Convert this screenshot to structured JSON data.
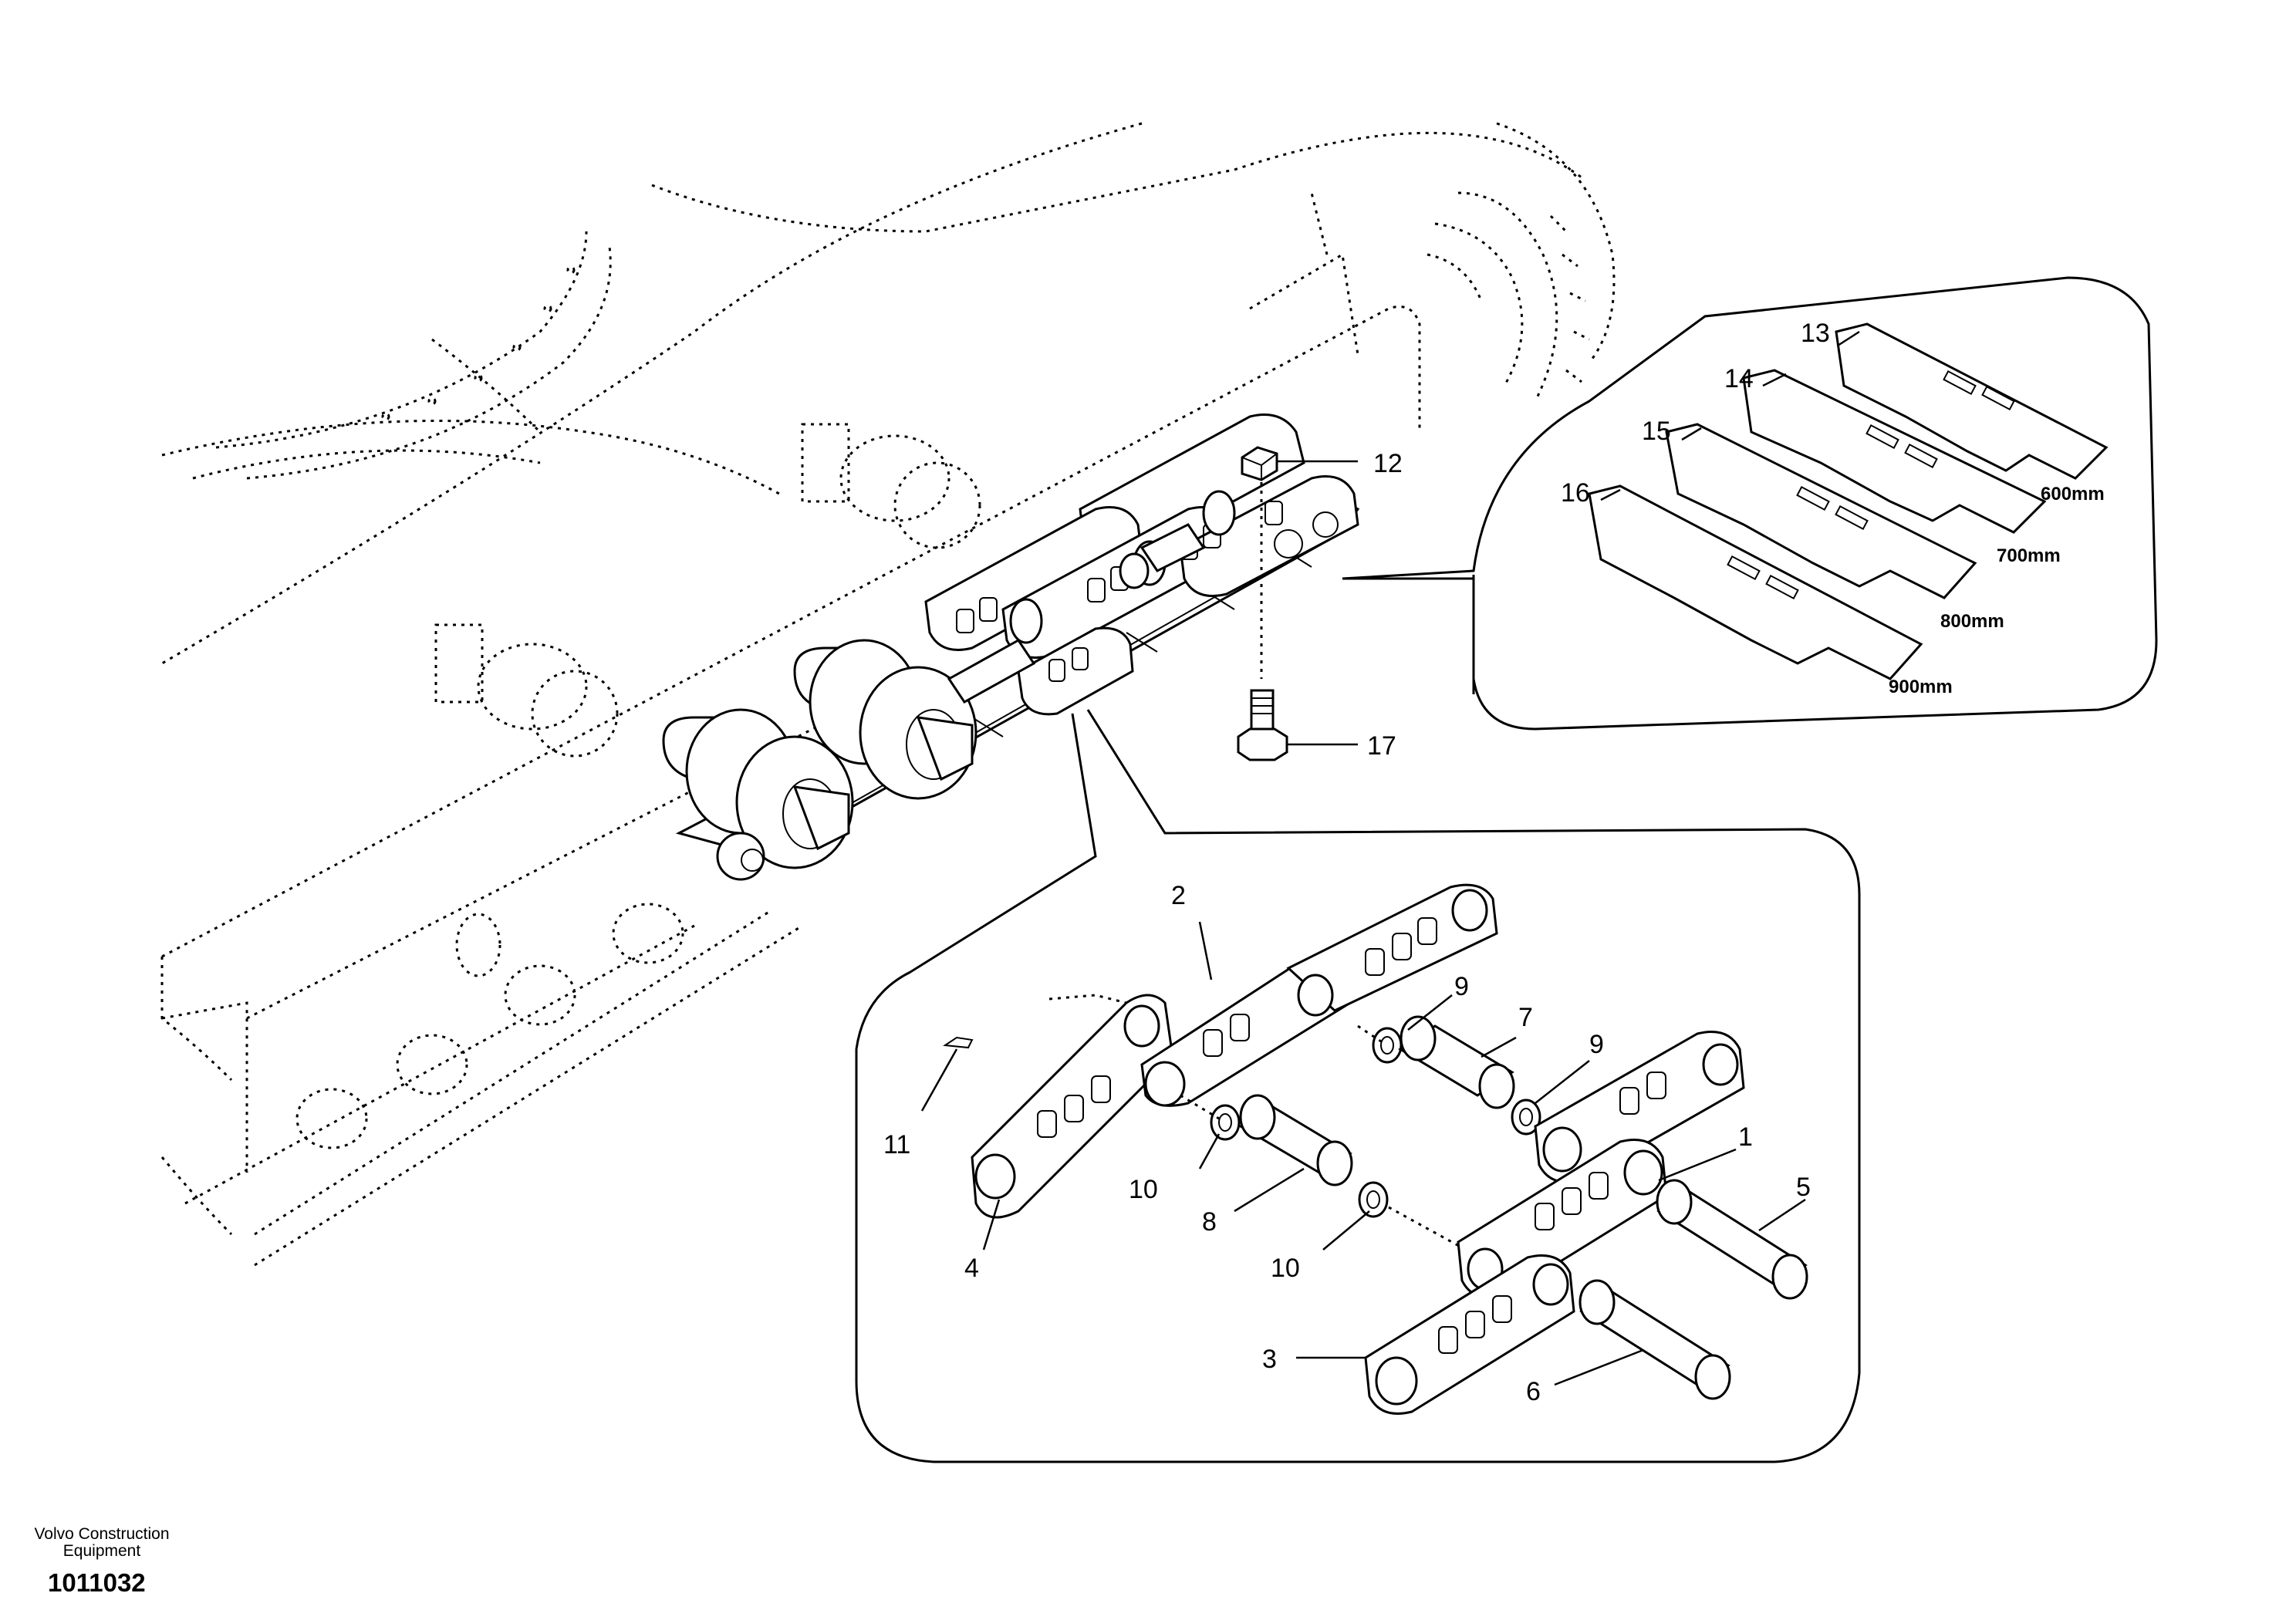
{
  "company": {
    "line1": "Volvo Construction",
    "line2": "Equipment"
  },
  "figure_number": "1011032",
  "callouts": {
    "c1": "1",
    "c2": "2",
    "c3": "3",
    "c4": "4",
    "c5": "5",
    "c6": "6",
    "c7": "7",
    "c8": "8",
    "c9a": "9",
    "c9b": "9",
    "c10a": "10",
    "c10b": "10",
    "c11": "11",
    "c12": "12",
    "c13": "13",
    "c14": "14",
    "c15": "15",
    "c16": "16",
    "c17": "17"
  },
  "shoe_widths": {
    "w600": "600mm",
    "w700": "700mm",
    "w800": "800mm",
    "w900": "900mm"
  }
}
